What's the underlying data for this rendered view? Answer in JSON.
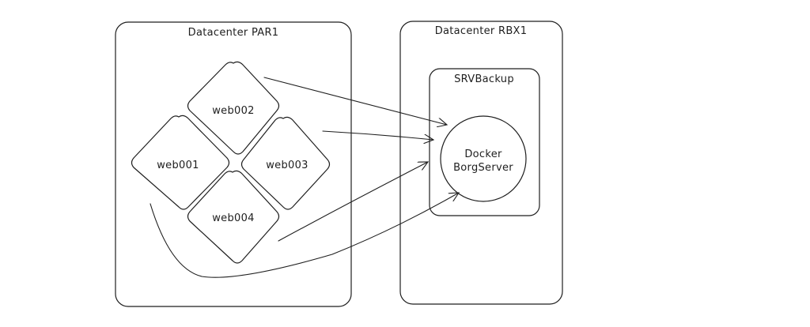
{
  "diagram": {
    "datacenters": [
      {
        "id": "par1",
        "label": "Datacenter PAR1"
      },
      {
        "id": "rbx1",
        "label": "Datacenter RBX1"
      }
    ],
    "servers": [
      {
        "id": "web001",
        "label": "web001"
      },
      {
        "id": "web002",
        "label": "web002"
      },
      {
        "id": "web003",
        "label": "web003"
      },
      {
        "id": "web004",
        "label": "web004"
      }
    ],
    "backup_box": {
      "label": "SRVBackup"
    },
    "backup_service": {
      "line1": "Docker",
      "line2": "BorgServer"
    },
    "colors": {
      "stroke": "#1e1e1e",
      "background": "#ffffff"
    }
  }
}
